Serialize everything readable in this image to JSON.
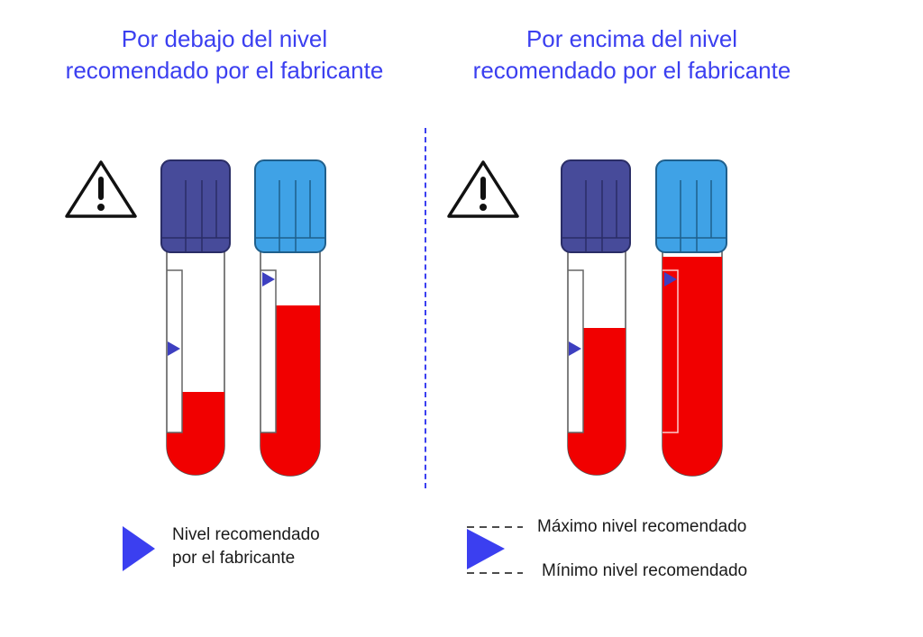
{
  "headings": {
    "below": {
      "line1": "Por debajo del nivel",
      "line2": "recomendado por el  fabricante"
    },
    "above": {
      "line1": "Por encima del nivel",
      "line2": "recomendado por el  fabricante"
    }
  },
  "legend_left": {
    "line1": "Nivel recomendado",
    "line2": "por el fabricante"
  },
  "legend_right": {
    "max_label": "Máximo nivel recomendado",
    "min_label": "Mínimo nivel recomendado"
  },
  "icons": [
    "warning-triangle-icon",
    "fill-level-marker-icon"
  ],
  "tubes": [
    {
      "group": "below",
      "cap": "dark-blue",
      "blood_level": "below marker"
    },
    {
      "group": "below",
      "cap": "light-blue",
      "blood_level": "below marker"
    },
    {
      "group": "above",
      "cap": "dark-blue",
      "blood_level": "above marker"
    },
    {
      "group": "above",
      "cap": "light-blue",
      "blood_level": "above marker"
    }
  ],
  "colors": {
    "accent": "#3b3ff0",
    "blood": "#f10000",
    "cap_dark": "#474b9a",
    "cap_light": "#3fa2e6",
    "marker": "#3d3fc0"
  }
}
